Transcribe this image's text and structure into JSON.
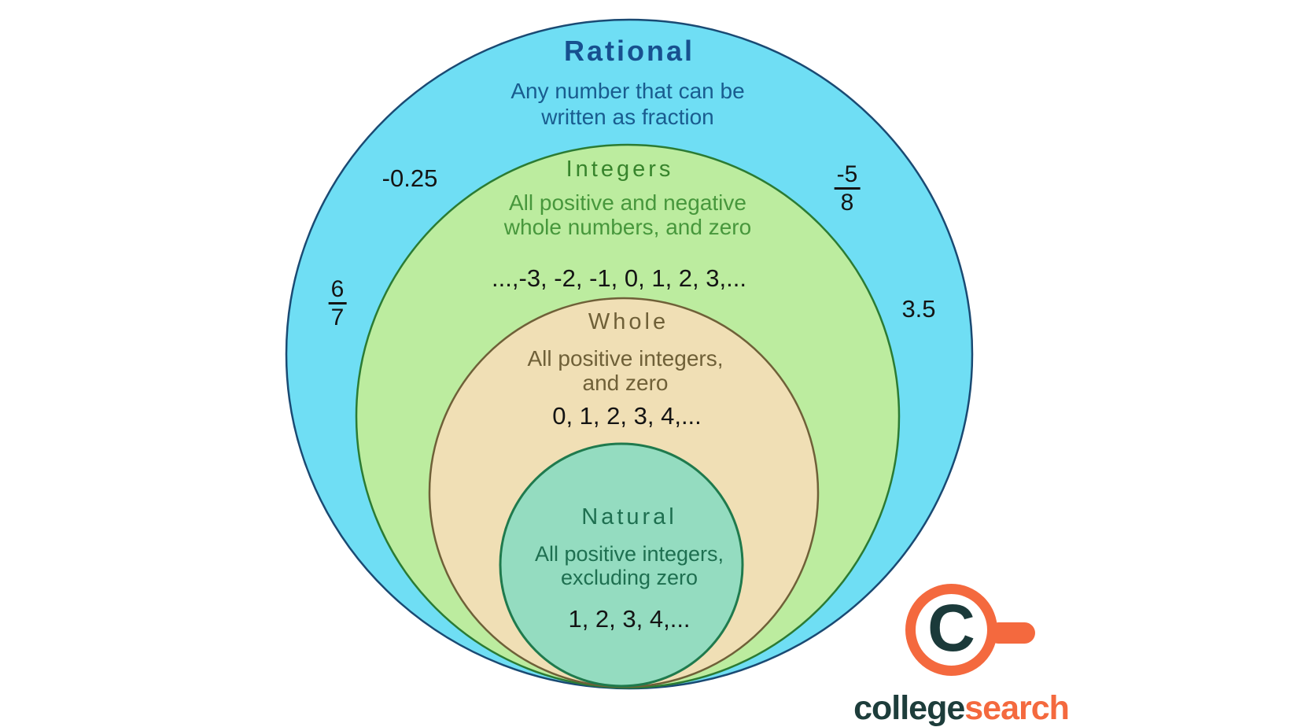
{
  "sets": {
    "rational": {
      "title": "Rational",
      "desc_line1": "Any number that can be",
      "desc_line2": "written as fraction",
      "fill": "#6FDEF4",
      "border": "#1A4A73",
      "title_color": "#17508F"
    },
    "integers": {
      "title": "Integers",
      "desc_line1": "All positive and negative",
      "desc_line2": "whole numbers, and zero",
      "examples": "...,-3, -2, -1, 0, 1, 2, 3,...",
      "fill": "#BCEC9F",
      "border": "#2B7B33",
      "title_color": "#37842C"
    },
    "whole": {
      "title": "Whole",
      "desc_line1": "All positive integers,",
      "desc_line2": "and zero",
      "examples": "0, 1, 2, 3, 4,...",
      "fill": "#F0DFB5",
      "border": "#6F6038",
      "title_color": "#6F6038"
    },
    "natural": {
      "title": "Natural",
      "desc_line1": "All positive integers,",
      "desc_line2": "excluding zero",
      "examples": "1, 2, 3, 4,...",
      "fill": "#94DCC0",
      "border": "#1F7A4D",
      "title_color": "#1E6F50"
    }
  },
  "rational_examples": {
    "neg_decimal": "-0.25",
    "neg_fraction_numerator": "-5",
    "neg_fraction_denominator": "8",
    "pos_fraction_numerator": "6",
    "pos_fraction_denominator": "7",
    "pos_decimal": "3.5"
  },
  "logo": {
    "monogram": "C",
    "word_primary": "college",
    "word_secondary": "search",
    "orange": "#F4693E",
    "dark_teal": "#1B3A3A"
  }
}
